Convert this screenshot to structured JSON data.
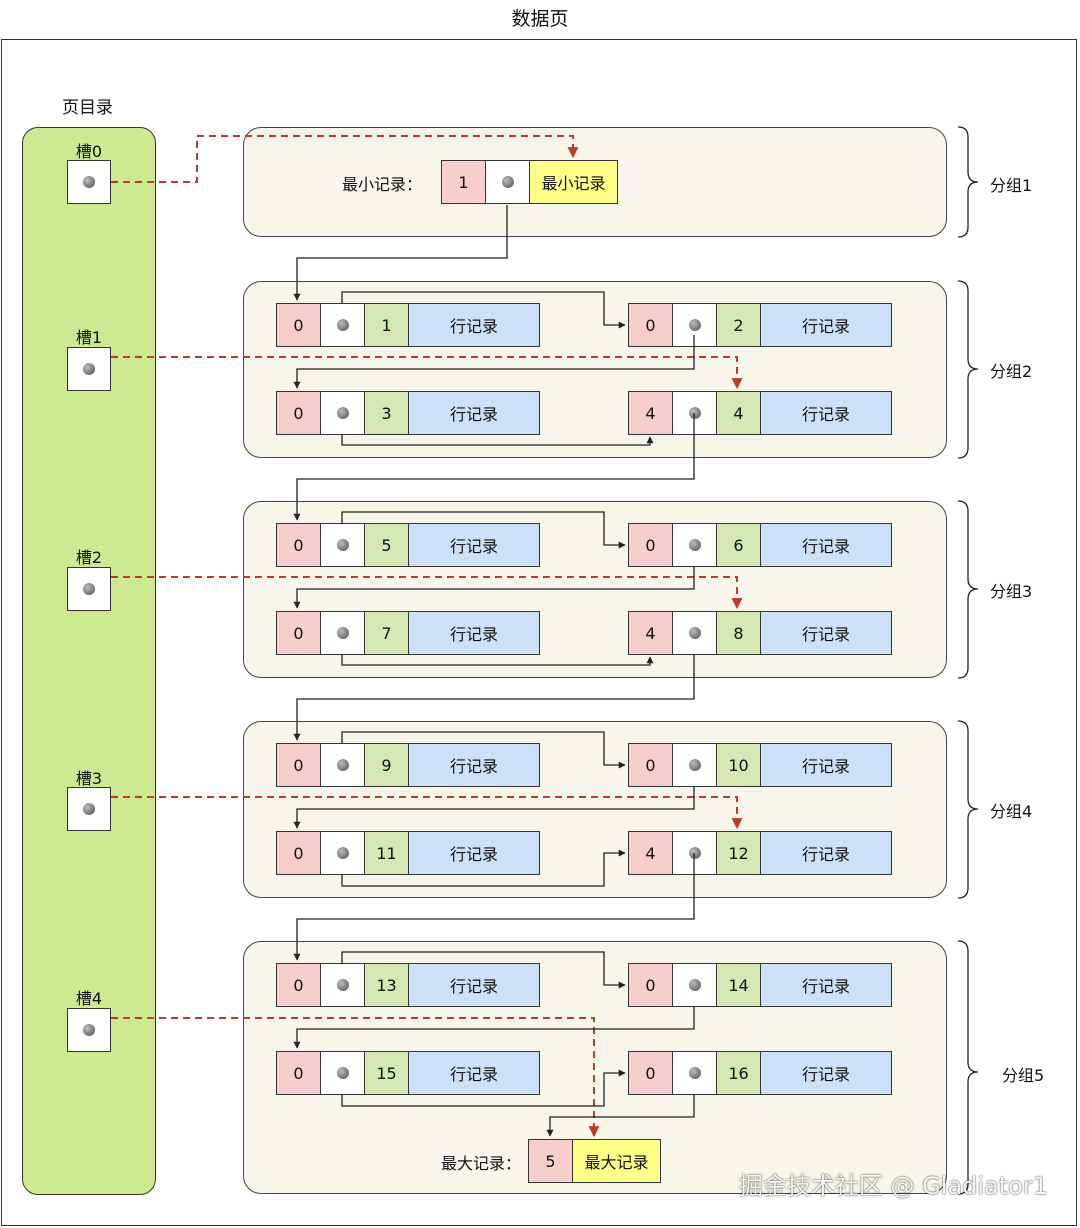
{
  "page_title": "数据页",
  "directory": {
    "label": "页目录",
    "slots": [
      "槽0",
      "槽1",
      "槽2",
      "槽3",
      "槽4"
    ]
  },
  "min_record": {
    "label": "最小记录：",
    "owned": "1",
    "name": "最小记录"
  },
  "max_record": {
    "label": "最大记录：",
    "owned": "5",
    "name": "最大记录"
  },
  "row_label": "行记录",
  "groups": [
    {
      "label": "分组1"
    },
    {
      "label": "分组2",
      "records": [
        {
          "owned": "0",
          "id": "1"
        },
        {
          "owned": "0",
          "id": "2"
        },
        {
          "owned": "0",
          "id": "3"
        },
        {
          "owned": "4",
          "id": "4"
        }
      ]
    },
    {
      "label": "分组3",
      "records": [
        {
          "owned": "0",
          "id": "5"
        },
        {
          "owned": "0",
          "id": "6"
        },
        {
          "owned": "0",
          "id": "7"
        },
        {
          "owned": "4",
          "id": "8"
        }
      ]
    },
    {
      "label": "分组4",
      "records": [
        {
          "owned": "0",
          "id": "9"
        },
        {
          "owned": "0",
          "id": "10"
        },
        {
          "owned": "0",
          "id": "11"
        },
        {
          "owned": "4",
          "id": "12"
        }
      ]
    },
    {
      "label": "分组5",
      "records": [
        {
          "owned": "0",
          "id": "13"
        },
        {
          "owned": "0",
          "id": "14"
        },
        {
          "owned": "0",
          "id": "15"
        },
        {
          "owned": "0",
          "id": "16"
        }
      ]
    }
  ],
  "colors": {
    "owned_cell": "#f8cecc",
    "pointer_cell": "#ffffff",
    "id_cell": "#d5e8b4",
    "row_cell": "#cce0f8",
    "special_cell": "#ffff88",
    "directory_bg": "#cde991",
    "group_bg": "#f8f5ea",
    "slot_pointer": "#c0392b",
    "next_pointer": "#222222"
  },
  "watermark": "掘金技术社区 @ Gladiator1"
}
